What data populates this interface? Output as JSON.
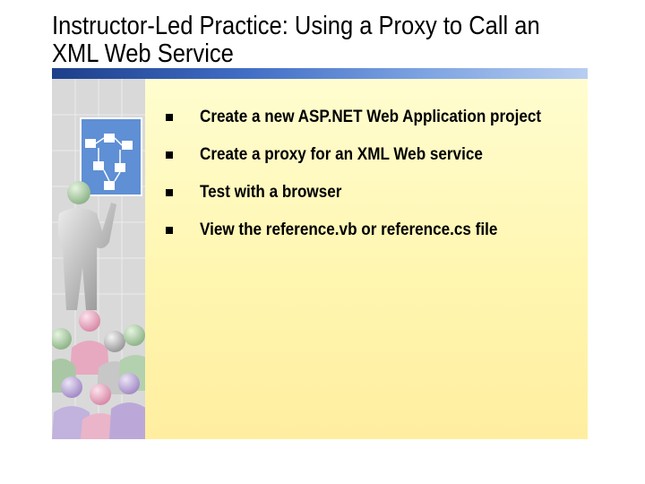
{
  "slide": {
    "title": "Instructor-Led Practice: Using a Proxy to Call an XML Web Service",
    "bullets": [
      "Create a new ASP.NET Web Application project",
      "Create a proxy for an XML Web service",
      "Test with a browser",
      "View the reference.vb or reference.cs file"
    ],
    "bullet_icon": "square-bullet-icon",
    "illustration_icon": "presenter-audience-illustration-icon"
  },
  "colors": {
    "title_text": "#000000",
    "top_bar_start": "#1d3f8a",
    "top_bar_end": "#b8cdf1",
    "panel_top": "#fffdd0",
    "panel_bottom": "#ffeea0",
    "side_panel": "#d9d9d9"
  }
}
